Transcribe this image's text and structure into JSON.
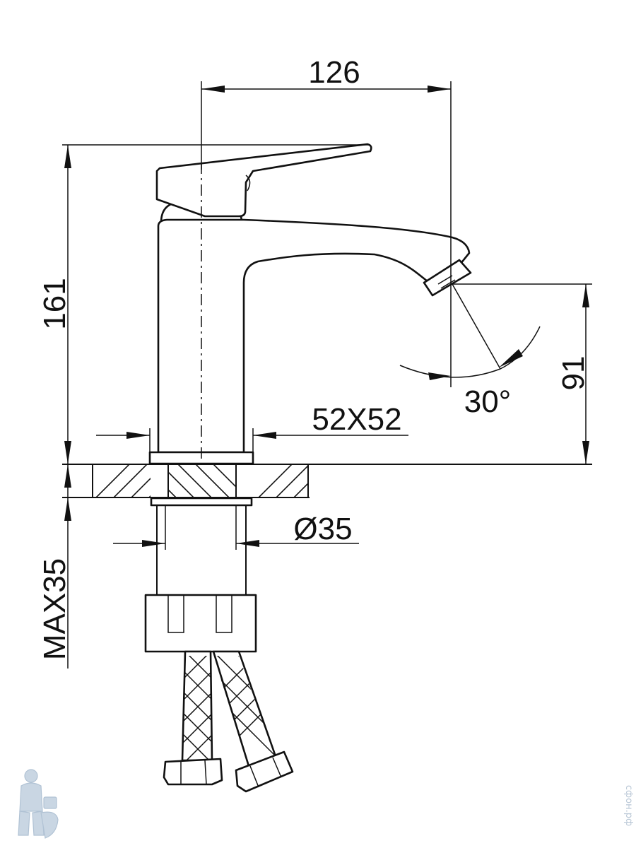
{
  "dimensions": {
    "reach": "126",
    "height_total": "161",
    "spout_height": "91",
    "base_size": "52X52",
    "mount_hole": "Ø35",
    "max_thickness": "MAX35",
    "spout_angle": "30°"
  },
  "watermark": {
    "site": "сфон.рф",
    "logo": "plumber-logo-icon"
  },
  "colors": {
    "line": "#111111",
    "watermark": "#b9c7d6"
  }
}
